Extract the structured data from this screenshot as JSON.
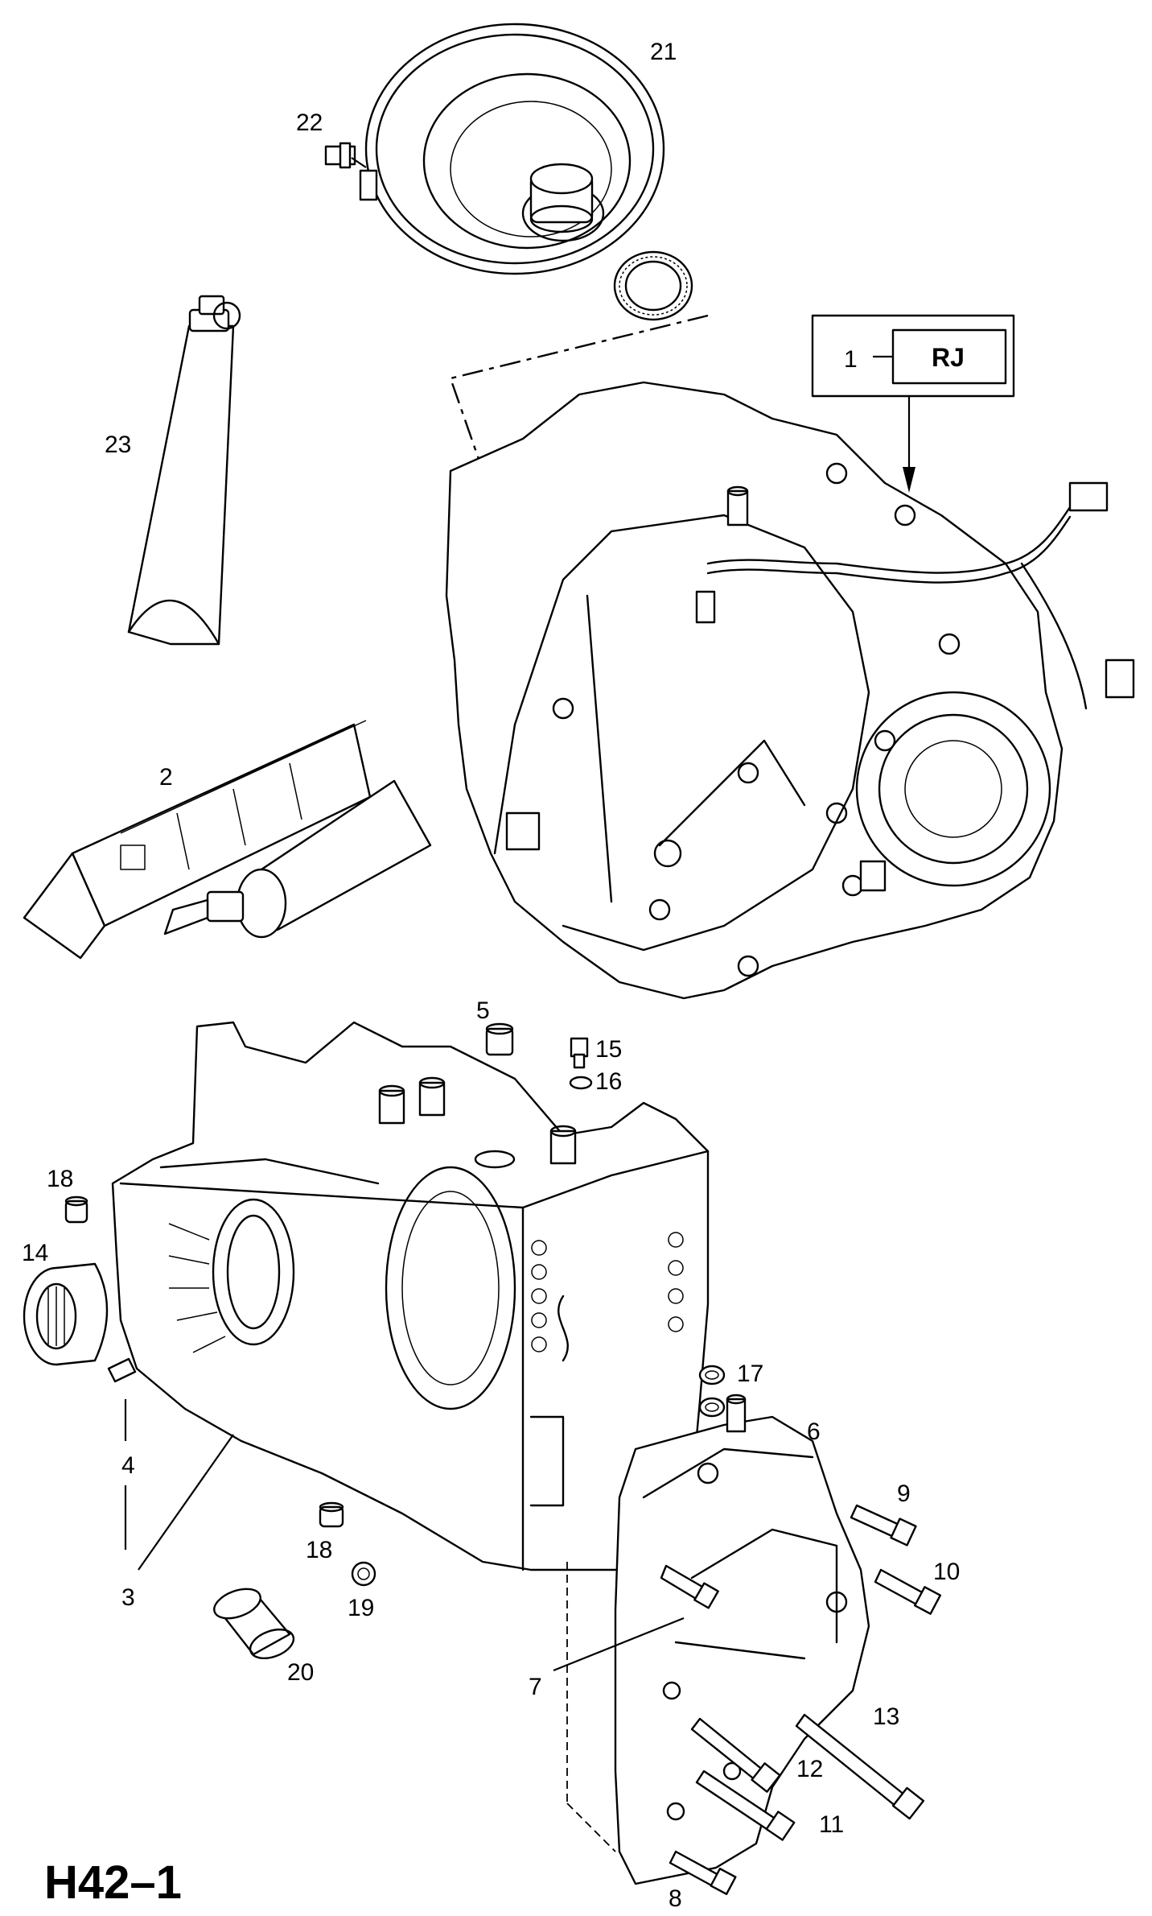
{
  "diagram": {
    "title": "H42–1",
    "variant_code": "RJ",
    "callouts": [
      "1",
      "2",
      "3",
      "4",
      "5",
      "6",
      "7",
      "8",
      "9",
      "10",
      "11",
      "12",
      "13",
      "14",
      "15",
      "16",
      "17",
      "18",
      "18",
      "19",
      "20",
      "21",
      "22",
      "23"
    ]
  }
}
